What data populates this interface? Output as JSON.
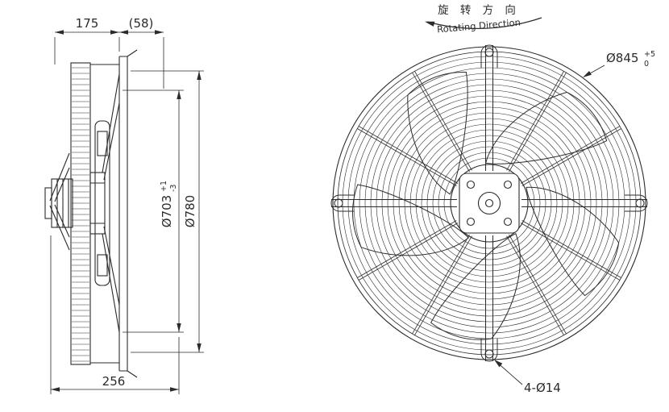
{
  "colors": {
    "line": "#2b2b2b",
    "background": "#ffffff"
  },
  "side_view": {
    "dim_depth_front": "175",
    "dim_depth_rear": "(58)",
    "dim_blade_diameter": "Ø703",
    "dim_blade_tol_upper": "+1",
    "dim_blade_tol_lower": "-3",
    "dim_plate_diameter": "Ø780",
    "dim_total_depth": "256"
  },
  "front_view": {
    "rotating_direction_zh": "旋 转 方 向",
    "rotating_direction_en": "Rotating Direction",
    "dim_outer_diameter": "Ø845",
    "dim_outer_tol_upper": "+5",
    "dim_outer_tol_lower": "0",
    "dim_mounting_holes": "4-Ø14"
  }
}
